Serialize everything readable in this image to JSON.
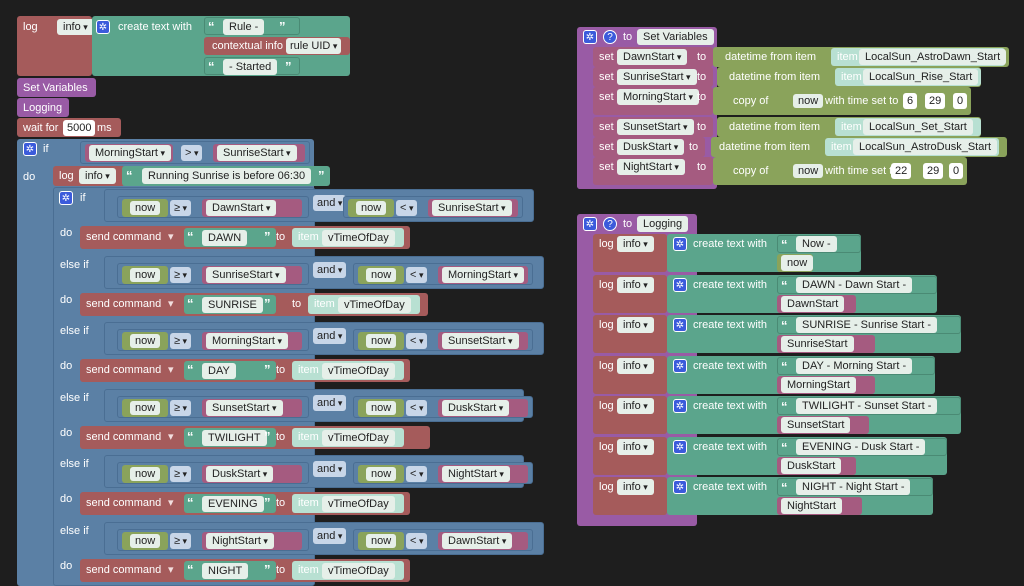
{
  "main": {
    "top_log": {
      "log": "log",
      "level": "info",
      "create": "create text with",
      "rule": "Rule -",
      "ctx": "contextual info",
      "uid": "rule UID",
      "started": "- Started"
    },
    "set_variables": "Set Variables",
    "logging": "Logging",
    "wait": "wait for",
    "wait_val": "5000",
    "wait_unit": "ms",
    "if": "if",
    "do": "do",
    "else_if": "else if",
    "morning_start": "MorningStart",
    "gt": ">",
    "sunrise_start": "SunriseStart",
    "log2": "log",
    "info2": "info",
    "running": "Running Sunrise is before 06:30",
    "ops": {
      "ge": "≥",
      "lt": "<",
      "and": "and",
      "now": "now"
    },
    "send": "send command",
    "to": "to",
    "item": "item",
    "vtod": "vTimeOfDay",
    "branches": [
      {
        "a": "DawnStart",
        "b": "SunriseStart",
        "cmd": "DAWN"
      },
      {
        "a": "SunriseStart",
        "b": "MorningStart",
        "cmd": "SUNRISE"
      },
      {
        "a": "MorningStart",
        "b": "SunsetStart",
        "cmd": "DAY"
      },
      {
        "a": "SunsetStart",
        "b": "DuskStart",
        "cmd": "TWILIGHT"
      },
      {
        "a": "DuskStart",
        "b": "NightStart",
        "cmd": "EVENING"
      },
      {
        "a": "NightStart",
        "b": "DawnStart",
        "cmd": "NIGHT"
      }
    ]
  },
  "setvars": {
    "to": "to",
    "title": "Set Variables",
    "set": "set",
    "dt": "datetime from item",
    "item": "item",
    "copy": "copy of",
    "now": "now",
    "with_time": "with time set to",
    "rows": [
      {
        "var": "DawnStart",
        "item": "LocalSun_AstroDawn_Start"
      },
      {
        "var": "SunriseStart",
        "item": "LocalSun_Rise_Start"
      },
      {
        "var": "MorningStart",
        "h": "6",
        "m": "29",
        "s": "0"
      },
      {
        "var": "SunsetStart",
        "item": "LocalSun_Set_Start"
      },
      {
        "var": "DuskStart",
        "item": "LocalSun_AstroDusk_Start"
      },
      {
        "var": "NightStart",
        "h": "22",
        "m": "29",
        "s": "0"
      }
    ]
  },
  "logging": {
    "to": "to",
    "title": "Logging",
    "log": "log",
    "info": "info",
    "create": "create text with",
    "rows": [
      {
        "text": "Now -",
        "var": "now"
      },
      {
        "text": "DAWN - Dawn Start -",
        "var": "DawnStart"
      },
      {
        "text": "SUNRISE - Sunrise Start -",
        "var": "SunriseStart"
      },
      {
        "text": "DAY - Morning Start -",
        "var": "MorningStart"
      },
      {
        "text": "TWILIGHT - Sunset Start -",
        "var": "SunsetStart"
      },
      {
        "text": "EVENING - Dusk Start -",
        "var": "DuskStart"
      },
      {
        "text": "NIGHT - Night Start -",
        "var": "NightStart"
      }
    ]
  }
}
